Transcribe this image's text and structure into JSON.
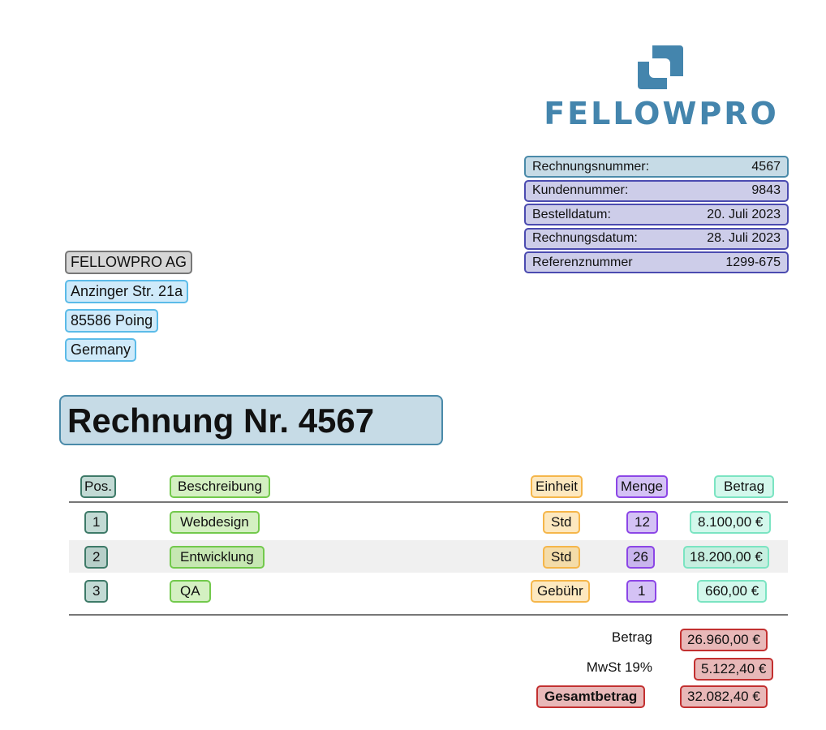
{
  "logo": {
    "text": "FELLOWPRO",
    "color": "#4485ad"
  },
  "meta": [
    {
      "label": "Rechnungsnummer:",
      "value": "4567"
    },
    {
      "label": "Kundennummer:",
      "value": "9843"
    },
    {
      "label": "Bestelldatum:",
      "value": "20. Juli 2023"
    },
    {
      "label": "Rechnungsdatum:",
      "value": "28. Juli 2023"
    },
    {
      "label": "Referenznummer",
      "value": "1299-675"
    }
  ],
  "address": {
    "company": "FELLOWPRO AG",
    "street": "Anzinger Str. 21a",
    "city": "85586 Poing",
    "country": "Germany"
  },
  "title": "Rechnung Nr. 4567",
  "table": {
    "headers": {
      "pos": "Pos.",
      "desc": "Beschreibung",
      "unit": "Einheit",
      "qty": "Menge",
      "amount": "Betrag"
    },
    "rows": [
      {
        "pos": "1",
        "desc": "Webdesign",
        "unit": "Std",
        "qty": "12",
        "amount": "8.100,00 €"
      },
      {
        "pos": "2",
        "desc": "Entwicklung",
        "unit": "Std",
        "qty": "26",
        "amount": "18.200,00 €"
      },
      {
        "pos": "3",
        "desc": "QA",
        "unit": "Gebühr",
        "qty": "1",
        "amount": "660,00 €"
      }
    ]
  },
  "totals": {
    "subtotal_label": "Betrag",
    "subtotal": "26.960,00 €",
    "tax_label": "MwSt 19%",
    "tax": "5.122,40 €",
    "total_label": "Gesamtbetrag",
    "total": "32.082,40 €"
  }
}
